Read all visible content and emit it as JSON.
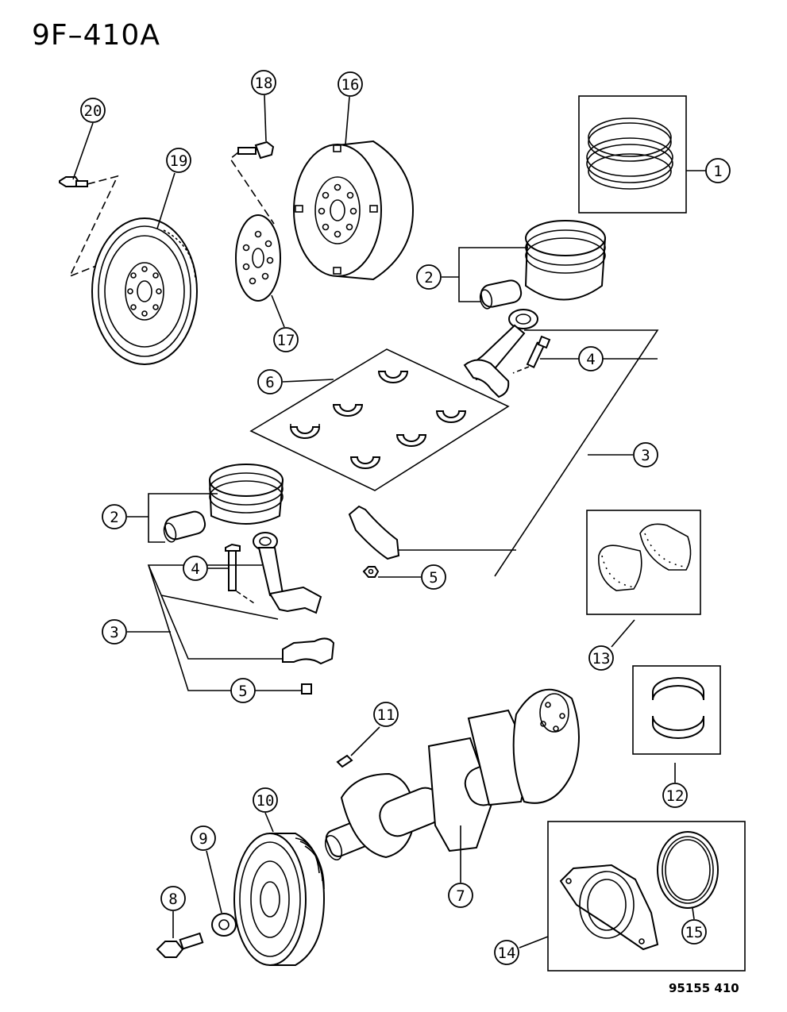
{
  "page": {
    "title": "9F–410A",
    "reference": "95155  410"
  },
  "callouts": {
    "c1": "1",
    "c2a": "2",
    "c2b": "2",
    "c3a": "3",
    "c3b": "3",
    "c4a": "4",
    "c4b": "4",
    "c5a": "5",
    "c5b": "5",
    "c6": "6",
    "c7": "7",
    "c8": "8",
    "c9": "9",
    "c10": "10",
    "c11": "11",
    "c12": "12",
    "c13": "13",
    "c14": "14",
    "c15": "15",
    "c16": "16",
    "c17": "17",
    "c18": "18",
    "c19": "19",
    "c20": "20"
  }
}
